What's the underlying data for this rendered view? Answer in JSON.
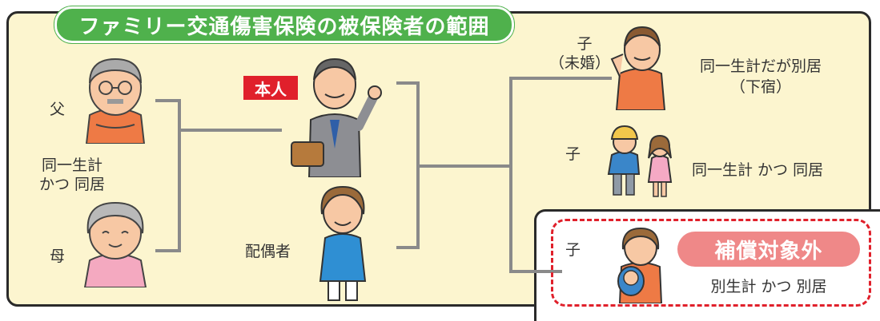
{
  "title": "ファミリー交通傷害保険の被保険者の範囲",
  "parents": {
    "father": "父",
    "mother": "母",
    "relation_line1": "同一生計",
    "relation_line2": "かつ 同居"
  },
  "insured": {
    "badge": "本人",
    "spouse": "配偶者"
  },
  "children": {
    "unmarried_child_line1": "子",
    "unmarried_child_line2": "（未婚）",
    "unmarried_desc_line1": "同一生計だが別居",
    "unmarried_desc_line2": "（下宿）",
    "child2_label": "子",
    "child2_desc": "同一生計 かつ 同居",
    "child3_label": "子",
    "excluded_badge": "補償対象外",
    "excluded_desc": "別生計 かつ 別居"
  },
  "colors": {
    "panel_bg": "#fcf5cf",
    "title_green": "#4fb14c",
    "badge_red": "#e0202b",
    "excluded_pink": "#ef8888",
    "connector": "#8a8a8a"
  }
}
